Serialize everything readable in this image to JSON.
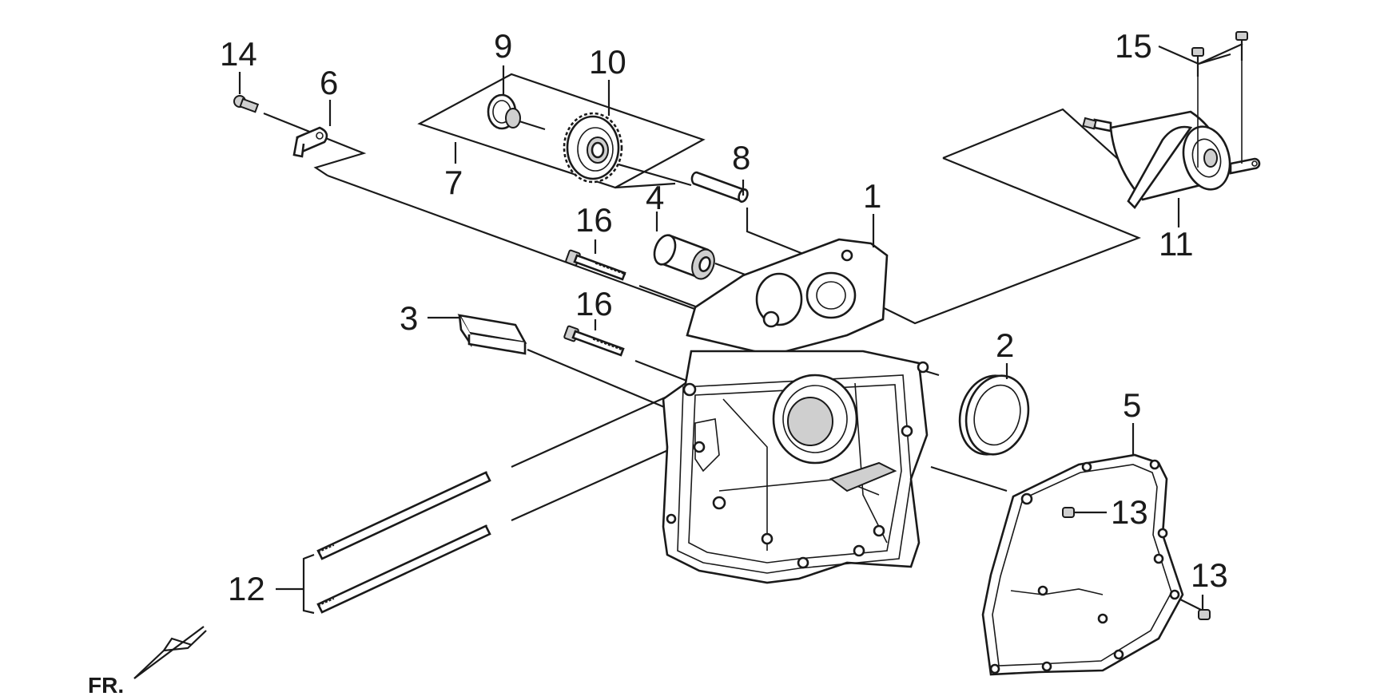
{
  "labels": {
    "p1": "1",
    "p2": "2",
    "p3": "3",
    "p4": "4",
    "p5": "5",
    "p6": "6",
    "p7": "7",
    "p8": "8",
    "p9": "9",
    "p10": "10",
    "p11": "11",
    "p12": "12",
    "p13a": "13",
    "p13b": "13",
    "p14": "14",
    "p15": "15",
    "p16a": "16",
    "p16b": "16"
  },
  "direction": {
    "fr": "FR."
  }
}
